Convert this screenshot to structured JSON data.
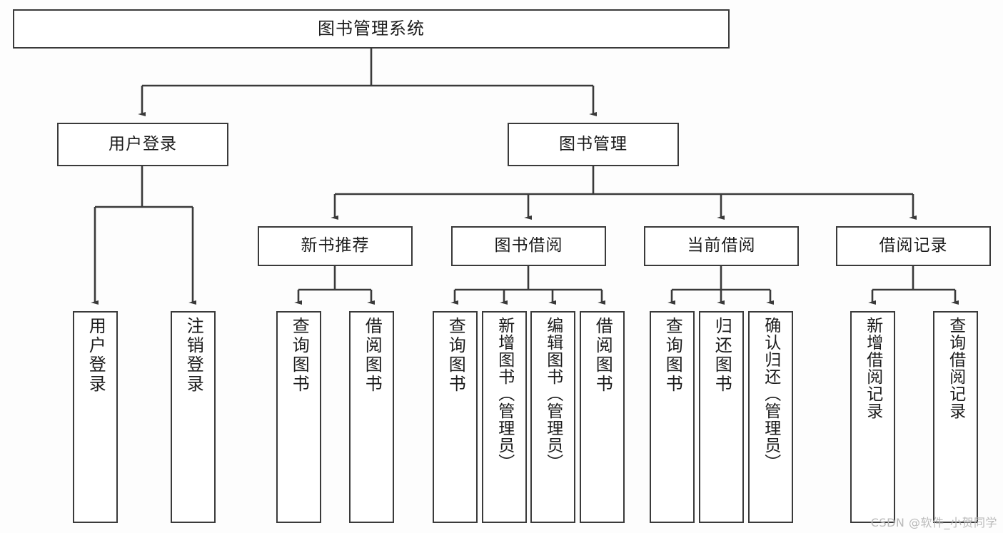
{
  "diagram": {
    "title": "图书管理系统",
    "type": "tree",
    "watermark": "CSDN @软件_小贺同学",
    "colors": {
      "border": "#3a3a3a",
      "background": "#fdfdfd",
      "box_fill": "#ffffff",
      "text": "#1b1b1b",
      "watermark": "#b9b9b9"
    },
    "root": {
      "label": "图书管理系统"
    },
    "level1": [
      {
        "label": "用户登录"
      },
      {
        "label": "图书管理"
      }
    ],
    "level2": [
      {
        "label": "新书推荐"
      },
      {
        "label": "图书借阅"
      },
      {
        "label": "当前借阅"
      },
      {
        "label": "借阅记录"
      }
    ],
    "leaves": [
      {
        "label": "用户登录",
        "parent": "用户登录"
      },
      {
        "label": "注销登录",
        "parent": "用户登录"
      },
      {
        "label": "查询图书",
        "parent": "新书推荐"
      },
      {
        "label": "借阅图书",
        "parent": "新书推荐"
      },
      {
        "label": "查询图书",
        "parent": "图书借阅"
      },
      {
        "label": "新增图书（管理员）",
        "parent": "图书借阅"
      },
      {
        "label": "编辑图书（管理员）",
        "parent": "图书借阅"
      },
      {
        "label": "借阅图书",
        "parent": "图书借阅"
      },
      {
        "label": "查询图书",
        "parent": "当前借阅"
      },
      {
        "label": "归还图书",
        "parent": "当前借阅"
      },
      {
        "label": "确认归还（管理员）",
        "parent": "当前借阅"
      },
      {
        "label": "新增借阅记录",
        "parent": "借阅记录"
      },
      {
        "label": "查询借阅记录",
        "parent": "借阅记录"
      }
    ]
  }
}
